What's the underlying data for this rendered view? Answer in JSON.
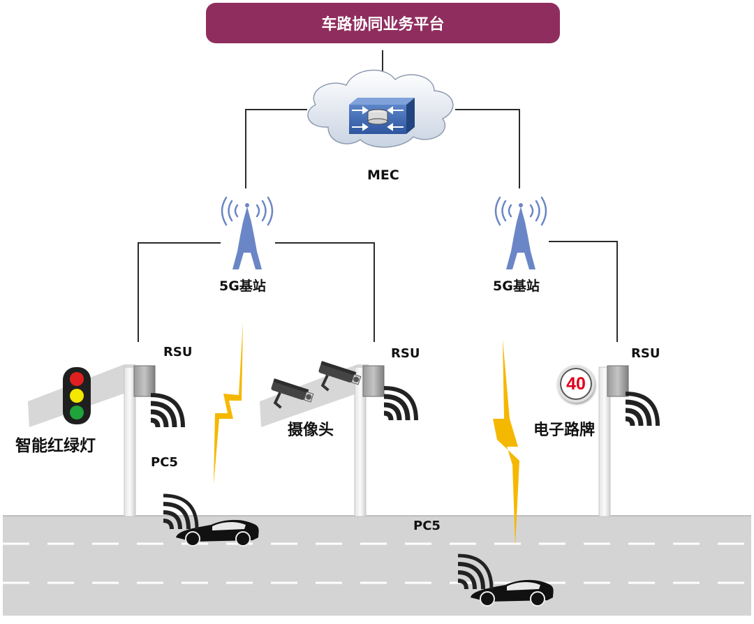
{
  "platform": {
    "title": "车路协同业务平台"
  },
  "mec": {
    "label": "MEC",
    "icon": "server-cloud-icon"
  },
  "base_stations": [
    {
      "label": "5G基站",
      "icon": "antenna-tower-icon"
    },
    {
      "label": "5G基站",
      "icon": "antenna-tower-icon"
    }
  ],
  "rsus": [
    {
      "label": "RSU"
    },
    {
      "label": "RSU"
    },
    {
      "label": "RSU"
    }
  ],
  "roadside_devices": {
    "traffic_light": "智能红绿灯",
    "camera": "摄像头",
    "sign": "电子路牌",
    "speed_limit": "40"
  },
  "links": {
    "pc5_left": "PC5",
    "pc5_road": "PC5"
  },
  "colors": {
    "platform": "#8f2e5e",
    "tower": "#6b86c6",
    "lightning": "#f5b800",
    "road": "#d4d4d4",
    "speed_text": "#e0001a"
  }
}
